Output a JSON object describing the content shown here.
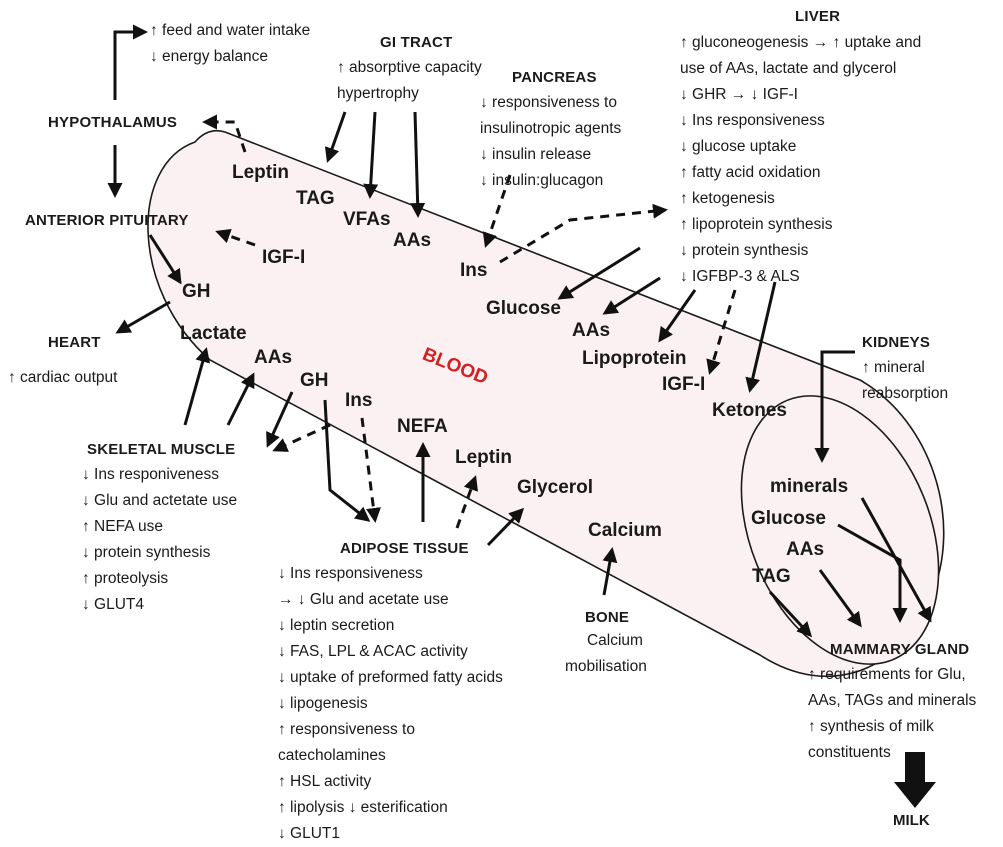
{
  "colors": {
    "tube_fill": "#fbf1f3",
    "tube_stroke": "#1a1a1a",
    "blood": "#d42020",
    "arrow": "#111111"
  },
  "hypothalamus": {
    "label": "HYPOTHALAMUS",
    "effects": [
      "↑ feed and water intake",
      "↓ energy balance"
    ]
  },
  "gi_tract": {
    "label": "GI TRACT",
    "effects": [
      "↑ absorptive capacity",
      "hypertrophy"
    ]
  },
  "pancreas": {
    "label": "PANCREAS",
    "effects": [
      "↓ responsiveness to",
      "insulinotropic agents",
      "↓ insulin release",
      "↓ insulin:glucagon"
    ]
  },
  "liver": {
    "label": "LIVER",
    "effects": [
      "↑ gluconeogenesis  → ↑ uptake and",
      "use of AAs, lactate and glycerol",
      "↓ GHR → ↓ IGF-I",
      "↓ Ins responsiveness",
      "↓ glucose uptake",
      "↑ fatty acid oxidation",
      "↑ ketogenesis",
      "↑ lipoprotein synthesis",
      "↓ protein synthesis",
      "↓ IGFBP-3 & ALS"
    ]
  },
  "anterior_pituitary": {
    "label": "ANTERIOR PITUITARY"
  },
  "heart": {
    "label": "HEART",
    "effects": [
      "↑ cardiac output"
    ]
  },
  "kidneys": {
    "label": "KIDNEYS",
    "effects": [
      "↑ mineral",
      "reabsorption"
    ]
  },
  "skeletal_muscle": {
    "label": "SKELETAL MUSCLE",
    "effects": [
      "↓ Ins responiveness",
      "↓ Glu and actetate use",
      "↑ NEFA use",
      "↓ protein synthesis",
      "↑ proteolysis",
      "↓ GLUT4"
    ]
  },
  "adipose_tissue": {
    "label": "ADIPOSE TISSUE",
    "effects": [
      "↓ Ins responsiveness",
      "→ ↓ Glu and acetate use",
      "↓ leptin secretion",
      "↓ FAS, LPL & ACAC activity",
      "↓ uptake of preformed fatty acids",
      "↓ lipogenesis",
      "↑ responsiveness to",
      "catecholamines",
      "↑ HSL activity",
      "↑ lipolysis ↓ esterification",
      "↓ GLUT1"
    ]
  },
  "bone": {
    "label": "BONE",
    "effects": [
      "Calcium",
      "mobilisation"
    ]
  },
  "mammary_gland": {
    "label": "MAMMARY GLAND",
    "effects": [
      "↑ requirements for Glu,",
      "AAs, TAGs and minerals",
      "↑ synthesis of milk",
      "constituents"
    ]
  },
  "milk": {
    "label": "MILK"
  },
  "blood_label": "BLOOD",
  "metabolites": {
    "leptin_top": "Leptin",
    "tag_top": "TAG",
    "vfas": "VFAs",
    "aas_top": "AAs",
    "igf1_left": "IGF-I",
    "gh_left": "GH",
    "lactate": "Lactate",
    "aas_muscle": "AAs",
    "gh_mid": "GH",
    "ins_mid": "Ins",
    "ins_top": "Ins",
    "glucose_mid": "Glucose",
    "aas_liver": "AAs",
    "lipoprotein": "Lipoprotein",
    "igf1_right": "IGF-I",
    "ketones": "Ketones",
    "nefa": "NEFA",
    "leptin_mid": "Leptin",
    "glycerol": "Glycerol",
    "calcium": "Calcium",
    "minerals": "minerals",
    "glucose_end": "Glucose",
    "aas_end": "AAs",
    "tag_end": "TAG"
  }
}
